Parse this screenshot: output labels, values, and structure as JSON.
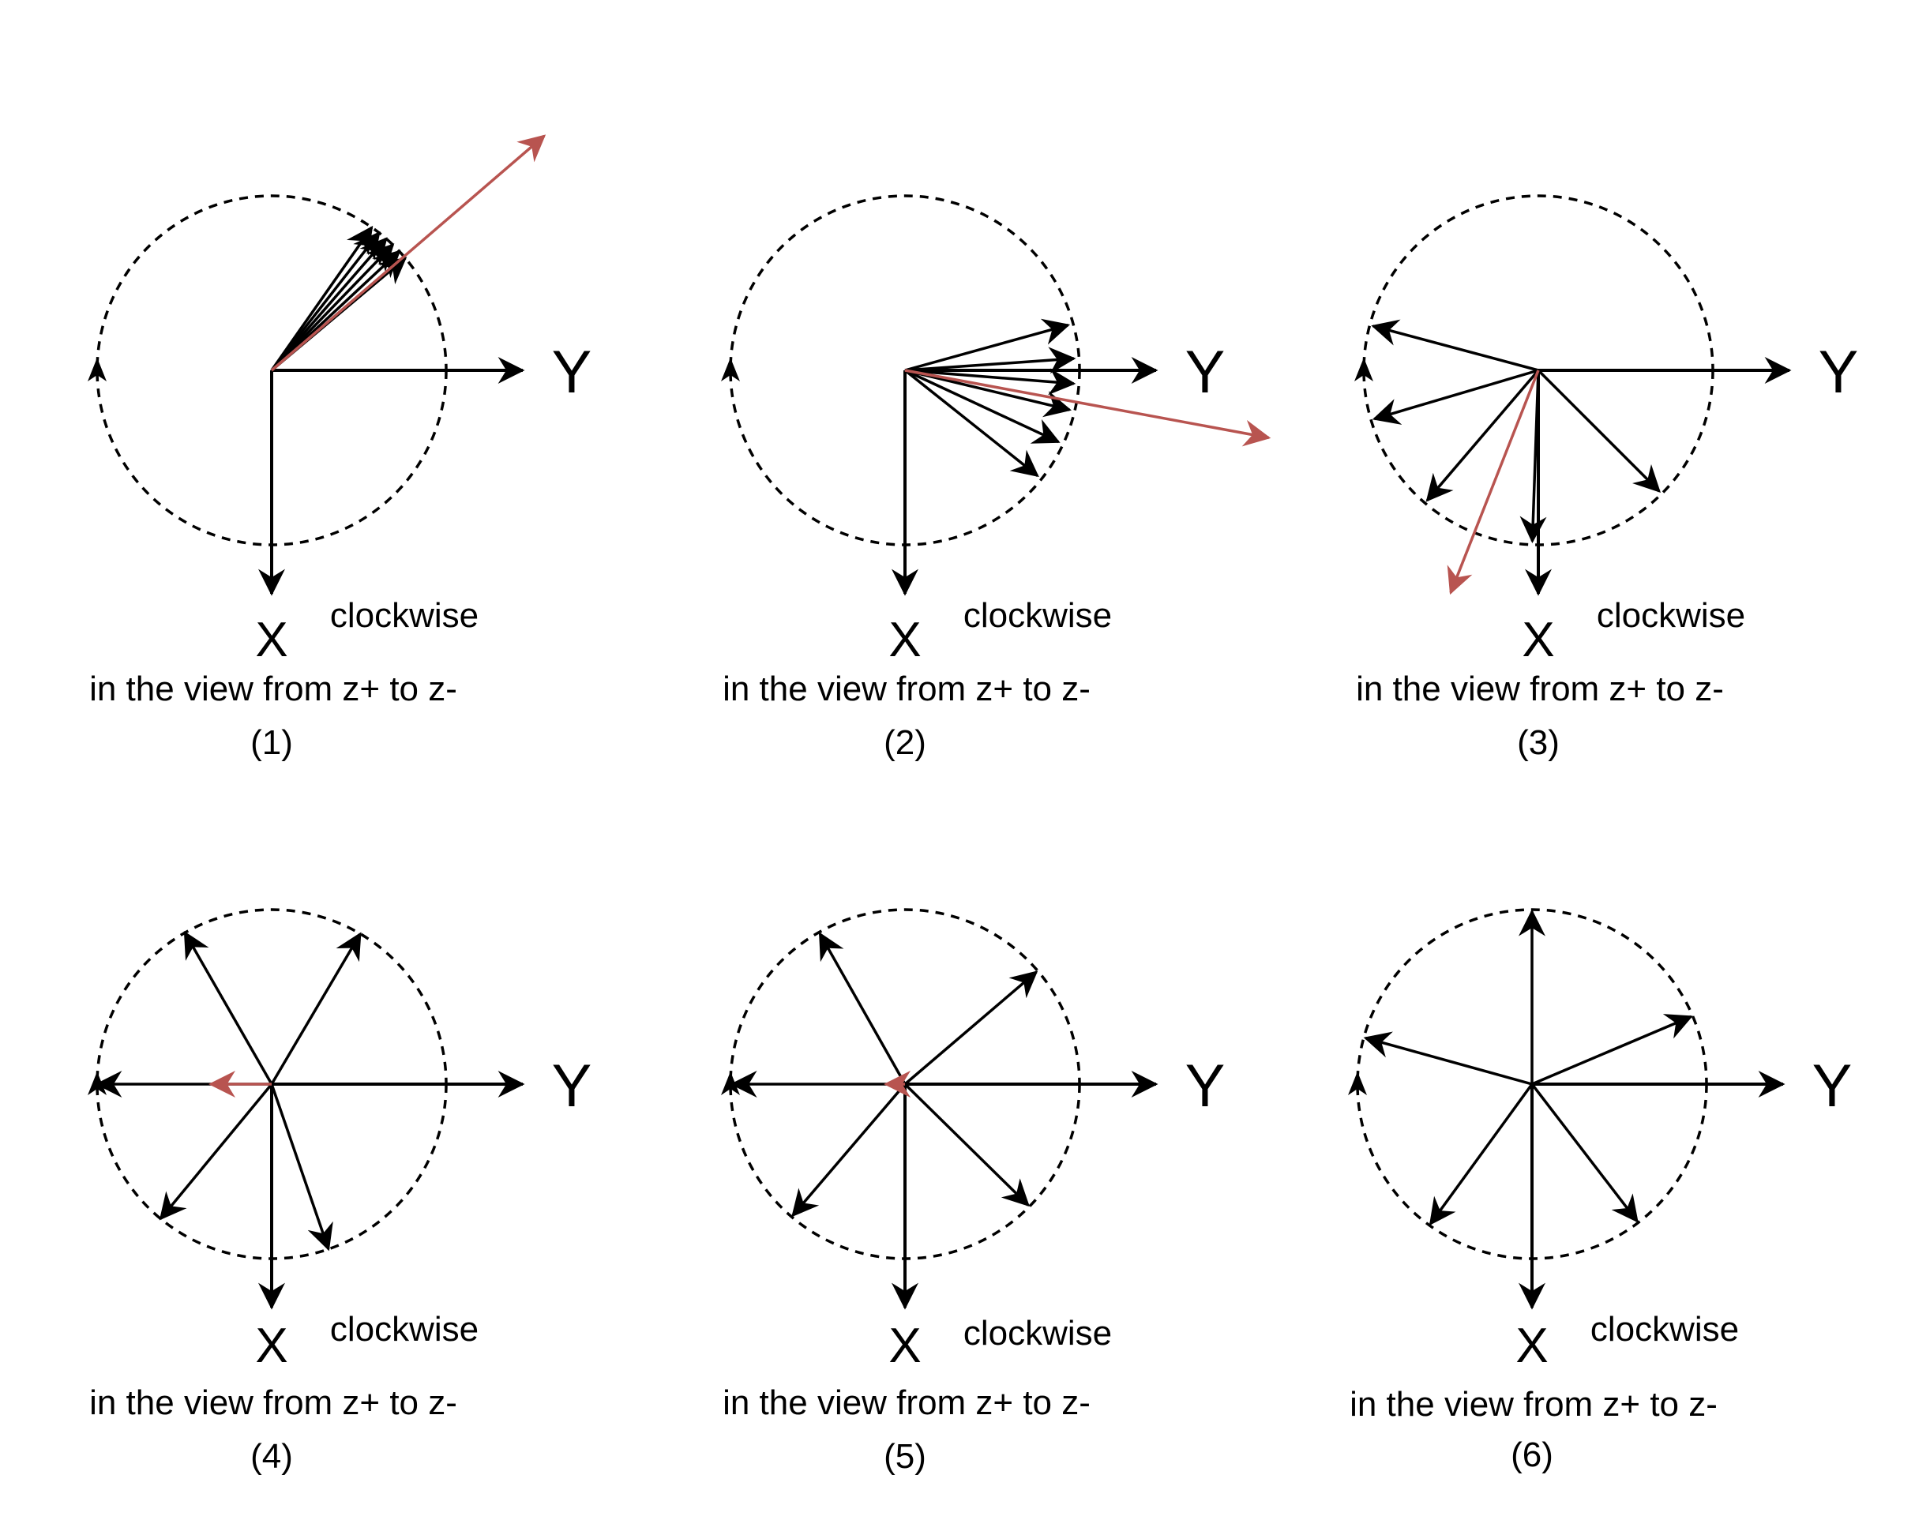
{
  "colors": {
    "black": "#000000",
    "accent_red": "#b85450",
    "background": "#ffffff"
  },
  "panels": [
    {
      "id": "1",
      "y_axis_label": "Y",
      "x_axis_label": "X",
      "rotation_label": "clockwise",
      "caption": "in the view from z+ to z-",
      "number_label": "(1)",
      "black_vector_angles_deg": [
        -55,
        -52,
        -49,
        -46,
        -43,
        -40
      ],
      "black_vector_length": 1.0,
      "red_vector_angle_deg": -40.7,
      "red_vector_length": 2.06
    },
    {
      "id": "2",
      "y_axis_label": "Y",
      "x_axis_label": "X",
      "rotation_label": "clockwise",
      "caption": "in the view from z+ to z-",
      "number_label": "(2)",
      "black_vector_angles_deg": [
        -15.5,
        -4,
        4.5,
        13.5,
        25,
        38.5
      ],
      "black_vector_length": 0.97,
      "red_vector_angle_deg": 10.5,
      "red_vector_length": 2.12
    },
    {
      "id": "3",
      "y_axis_label": "Y",
      "x_axis_label": "X",
      "rotation_label": "clockwise",
      "caption": "in the view from z+ to z-",
      "number_label": "(3)",
      "black_vector_angles_deg": [
        -165,
        163.5,
        130.5,
        92,
        45
      ],
      "black_vector_length": 0.98,
      "red_vector_angle_deg": 111.5,
      "red_vector_length": 1.37
    },
    {
      "id": "4",
      "y_axis_label": "Y",
      "x_axis_label": "X",
      "rotation_label": "clockwise",
      "caption": "in the view from z+ to z-",
      "number_label": "(4)",
      "black_vector_angles_deg": [
        -119.8,
        -59.5,
        180,
        129.5,
        71
      ],
      "black_vector_length": 1.0,
      "red_vector_angle_deg": 180,
      "red_vector_length": 0.35
    },
    {
      "id": "5",
      "y_axis_label": "Y",
      "x_axis_label": "X",
      "rotation_label": "clockwise",
      "caption": "in the view from z+ to z-",
      "number_label": "(5)",
      "black_vector_angles_deg": [
        -119.5,
        -40.5,
        180,
        130.5,
        44.5
      ],
      "black_vector_length": 0.99,
      "red_vector_angle_deg": 180,
      "red_vector_length": 0.11
    },
    {
      "id": "6",
      "y_axis_label": "Y",
      "x_axis_label": "X",
      "rotation_label": "clockwise",
      "caption": "in the view from z+ to z-",
      "number_label": "(6)",
      "black_vector_angles_deg": [
        -90,
        -23,
        -164.5,
        126,
        52.5
      ],
      "black_vector_length": 0.99,
      "red_vector_angle_deg": null,
      "red_vector_length": 0
    }
  ]
}
